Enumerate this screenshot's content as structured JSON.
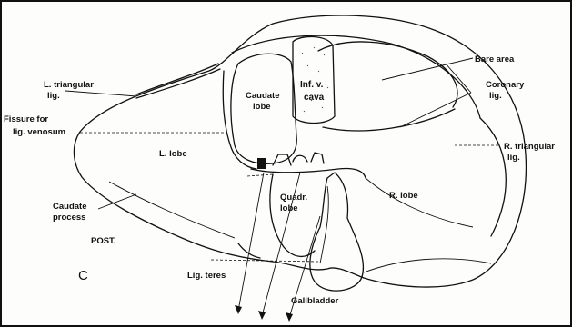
{
  "figure": {
    "panel_letter": "C",
    "labels": {
      "l_triangular_1": "L. triangular",
      "l_triangular_2": "lig.",
      "fissure_1": "Fissure for",
      "fissure_2": "lig. venosum",
      "caudate_lobe_1": "Caudate",
      "caudate_lobe_2": "lobe",
      "l_lobe": "L. lobe",
      "caudate_process_1": "Caudate",
      "caudate_process_2": "process",
      "post": "POST.",
      "inf_v_cava_1": "Inf. v.",
      "inf_v_cava_2": "cava",
      "bare_area": "Bare area",
      "coronary_1": "Coronary",
      "coronary_2": "lig.",
      "r_triangular_1": "R. triangular",
      "r_triangular_2": "lig.",
      "quadr_lobe_1": "Quadr.",
      "quadr_lobe_2": "lobe",
      "r_lobe": "R. lobe",
      "lig_teres": "Lig. teres",
      "gallbladder": "Gallbladder"
    }
  }
}
